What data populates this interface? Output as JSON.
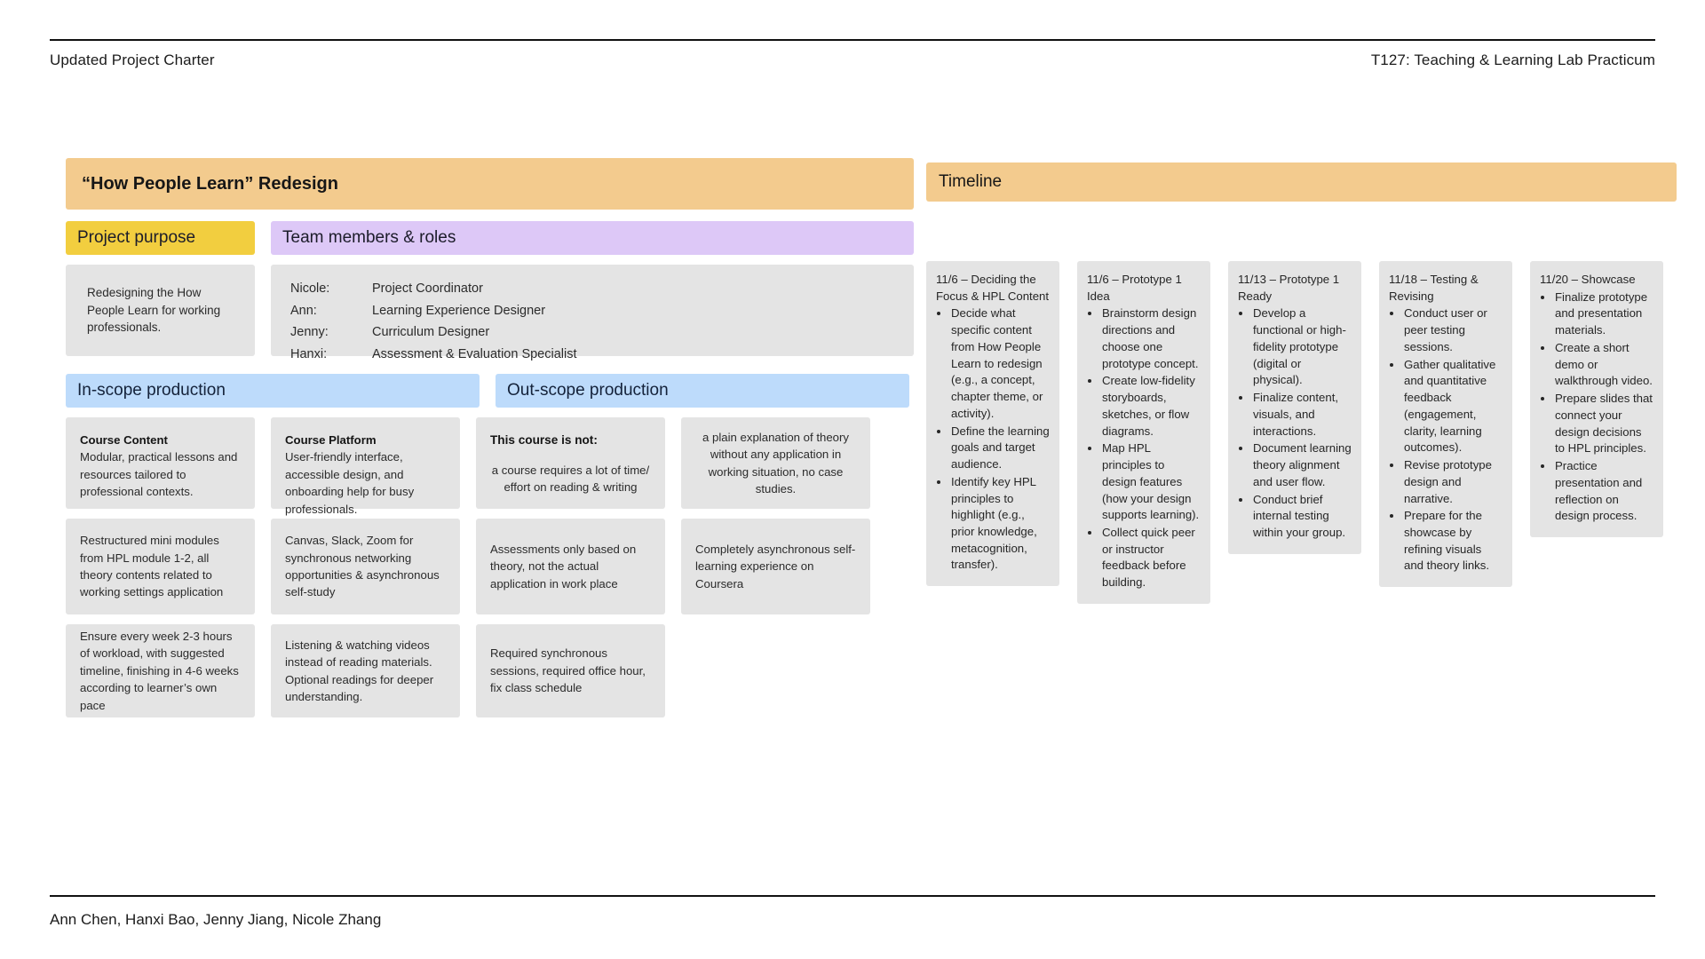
{
  "header": {
    "left": "Updated Project Charter",
    "right": "T127: Teaching & Learning Lab Practicum"
  },
  "footer": {
    "authors": "Ann Chen, Hanxi Bao, Jenny Jiang, Nicole Zhang"
  },
  "colors": {
    "title_banner": "#f3cb8e",
    "purpose_band": "#f2ce3f",
    "team_band": "#ddc8f7",
    "scope_band": "#bddbfb",
    "card": "#e4e4e4",
    "rule": "#111111"
  },
  "title_banner": {
    "text": "“How People Learn” Redesign"
  },
  "purpose": {
    "band_label": "Project purpose",
    "body": "Redesigning the How People Learn for working professionals."
  },
  "team": {
    "band_label": "Team members & roles",
    "members": [
      {
        "name": "Nicole:",
        "role": "Project Coordinator"
      },
      {
        "name": "Ann:",
        "role": "Learning Experience Designer"
      },
      {
        "name": "Jenny:",
        "role": "Curriculum Designer"
      },
      {
        "name": "Hanxi:",
        "role": "Assessment & Evaluation Specialist"
      }
    ]
  },
  "in_scope": {
    "band_label": "In-scope production",
    "cards": [
      {
        "title": "Course Content",
        "body": "Modular, practical lessons and resources tailored to professional contexts."
      },
      {
        "title": "Course Platform",
        "body": "User-friendly interface, accessible design, and onboarding help for busy professionals."
      },
      {
        "title": "",
        "body": "Restructured mini modules from HPL module 1-2, all theory contents related to working settings application"
      },
      {
        "title": "",
        "body": "Canvas, Slack, Zoom for synchronous networking opportunities & asynchronous self-study"
      },
      {
        "title": "",
        "body": "Ensure every week 2-3 hours of workload, with suggested timeline, finishing in 4-6 weeks according to learner’s own pace"
      },
      {
        "title": "",
        "body": "Listening & watching videos instead of reading materials. Optional readings for deeper understanding."
      }
    ]
  },
  "out_scope": {
    "band_label": "Out-scope production",
    "nots_heading": "This course is not:",
    "cards": [
      {
        "body": "a course requires a lot of time/ effort on reading & writing"
      },
      {
        "body": "a plain explanation of theory without any application in working situation, no case studies."
      },
      {
        "body": "Assessments only based on theory, not the actual application in work place"
      },
      {
        "body": "Completely asynchronous self-learning experience on Coursera"
      },
      {
        "body": "Required synchronous sessions, required office hour, fix class schedule"
      }
    ]
  },
  "timeline": {
    "band_label": "Timeline",
    "cards": [
      {
        "title": "11/6 – Deciding the Focus & HPL Content",
        "items": [
          "Decide what specific content from How People Learn to redesign (e.g., a concept, chapter theme, or activity).",
          "Define the learning goals and target audience.",
          "Identify key HPL principles to highlight (e.g., prior knowledge, metacognition, transfer)."
        ]
      },
      {
        "title": "11/6 – Prototype 1 Idea",
        "items": [
          "Brainstorm design directions and choose one prototype concept.",
          "Create low-fidelity storyboards, sketches, or flow diagrams.",
          "Map HPL principles to design features (how your design supports learning).",
          "Collect quick peer or instructor feedback before building."
        ]
      },
      {
        "title": "11/13 – Prototype 1 Ready",
        "items": [
          "Develop a functional or high-fidelity prototype (digital or physical).",
          "Finalize content, visuals, and interactions.",
          "Document learning theory alignment and user flow.",
          "Conduct brief internal testing within your group."
        ]
      },
      {
        "title": "11/18 – Testing & Revising",
        "items": [
          "Conduct user or peer testing sessions.",
          "Gather qualitative and quantitative feedback (engagement, clarity, learning outcomes).",
          "Revise prototype design and narrative.",
          "Prepare for the showcase by refining visuals and theory links."
        ]
      },
      {
        "title": "11/20 – Showcase",
        "items": [
          "Finalize prototype and presentation materials.",
          "Create a short demo or walkthrough video.",
          "Prepare slides that connect your design decisions to HPL principles.",
          "Practice presentation and reflection on design process."
        ]
      }
    ]
  }
}
